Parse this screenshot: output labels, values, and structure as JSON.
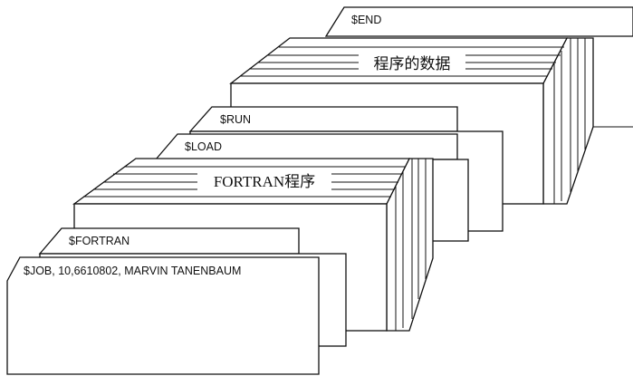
{
  "cards": {
    "end": "$END",
    "data": "程序的数据",
    "run": "$RUN",
    "load": "$LOAD",
    "program": "FORTRAN程序",
    "fortran": "$FORTRAN",
    "job": "$JOB, 10,6610802, MARVIN TANENBAUM"
  }
}
